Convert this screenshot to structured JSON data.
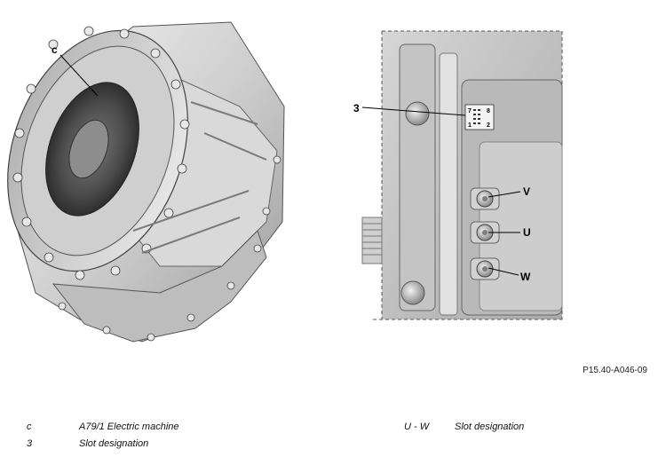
{
  "figure": {
    "callouts": {
      "c": "c",
      "three": "3",
      "v": "V",
      "u": "U",
      "w": "W"
    },
    "slot_numbers": [
      "7",
      "8",
      "1",
      "2"
    ],
    "ref_code": "P15.40-A046-09"
  },
  "legend": [
    {
      "key": "c",
      "text": "A79/1 Electric machine"
    },
    {
      "key": "3",
      "text": "Slot designation"
    },
    {
      "key": "U - W",
      "text": "Slot designation"
    }
  ]
}
